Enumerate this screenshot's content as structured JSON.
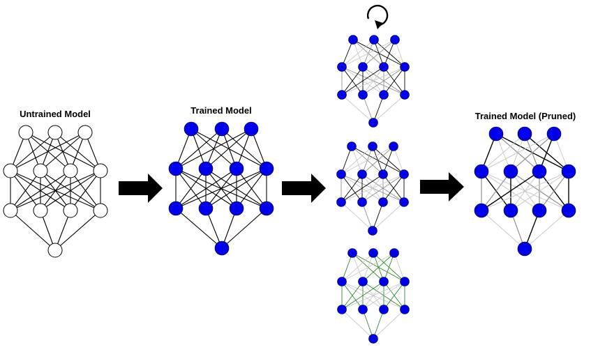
{
  "titles": {
    "untrained": "Untrained Model",
    "trained": "Trained Model",
    "pruned": "Trained Model (Pruned)"
  },
  "colors": {
    "untrained_node_fill": "#ffffff",
    "trained_node_fill": "#0000ee",
    "node_stroke": "#000000",
    "edge": "#000000",
    "edge_light": "#c8c8c8",
    "edge_mid": "#909090",
    "edge_green": "#2e8b2e",
    "arrow": "#000000"
  },
  "icons": {
    "iterate": "circular-arrow-icon",
    "step": "right-arrow-icon"
  },
  "networks": [
    {
      "name": "untrained-network",
      "layers": [
        3,
        4,
        4,
        1
      ],
      "node_style": "untrained",
      "edge_style": "dark"
    },
    {
      "name": "trained-network",
      "layers": [
        3,
        4,
        4,
        1
      ],
      "node_style": "trained",
      "edge_style": "dark"
    },
    {
      "name": "iteration-network-1",
      "layers": [
        3,
        4,
        4,
        1
      ],
      "node_style": "trained",
      "edge_style": "mixed"
    },
    {
      "name": "iteration-network-2",
      "layers": [
        3,
        4,
        4,
        1
      ],
      "node_style": "trained",
      "edge_style": "mixed"
    },
    {
      "name": "iteration-network-3",
      "layers": [
        3,
        4,
        4,
        1
      ],
      "node_style": "trained",
      "edge_style": "green"
    },
    {
      "name": "pruned-network",
      "layers": [
        3,
        4,
        4,
        1
      ],
      "node_style": "trained",
      "edge_style": "pruned"
    }
  ]
}
